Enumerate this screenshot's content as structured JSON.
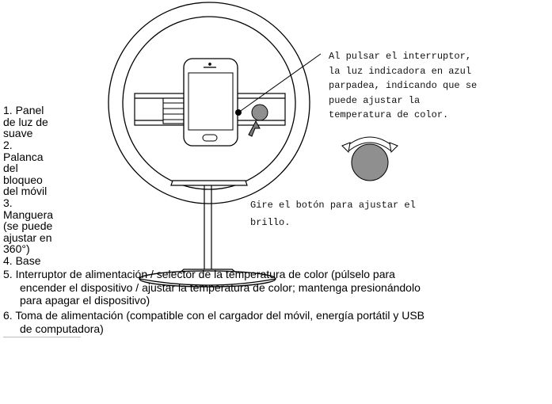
{
  "parts_list": {
    "item1": [
      "1.    Panel",
      "de luz de",
      "suave"
    ],
    "item2": [
      "2.",
      "Palanca",
      "del",
      "bloqueo",
      "del móvil"
    ],
    "item3": [
      "3.",
      "Manguera",
      "(se puede",
      "ajustar en",
      "360°)"
    ],
    "item4": "4. Base",
    "item5_lines": [
      "5.  Interruptor de alimentación / selector de la temperatura de color (púlselo para",
      "encender el dispositivo / ajustar la temperatura de color; mantenga presionándolo",
      "para apagar el dispositivo)"
    ],
    "item6_lines": [
      "6. Toma de alimentación (compatible con el cargador del móvil, energía portátil y USB",
      "de computadora)"
    ]
  },
  "callouts": {
    "switch": [
      "Al pulsar el interruptor,",
      "la luz indicadora en azul",
      "parpadea, indicando que se",
      "puede ajustar la",
      "temperatura de color."
    ],
    "knob": [
      "Gire el botón para ajustar el",
      "brillo."
    ]
  },
  "colors": {
    "line": "#000000",
    "knob_fill": "#8f8f8f",
    "pointer_fill": "#7a7a7a"
  }
}
